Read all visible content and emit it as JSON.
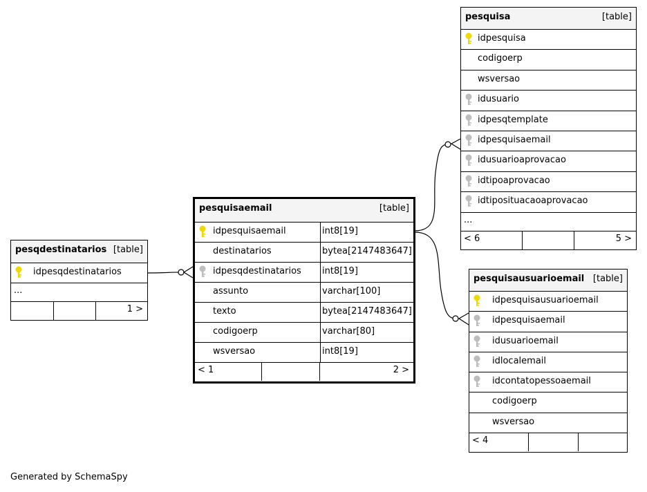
{
  "tables": {
    "pesqdestinatarios": {
      "name": "pesqdestinatarios",
      "type": "[table]",
      "columns": [
        {
          "name": "idpesqdestinatarios",
          "key": "primary"
        }
      ],
      "ellipsis": "...",
      "footer": {
        "left": "",
        "right": "1 >"
      }
    },
    "pesquisaemail": {
      "name": "pesquisaemail",
      "type": "[table]",
      "columns": [
        {
          "name": "idpesquisaemail",
          "key": "primary",
          "datatype": "int8[19]"
        },
        {
          "name": "destinatarios",
          "key": "none",
          "datatype": "bytea[2147483647]"
        },
        {
          "name": "idpesqdestinatarios",
          "key": "foreign",
          "datatype": "int8[19]"
        },
        {
          "name": "assunto",
          "key": "none",
          "datatype": "varchar[100]"
        },
        {
          "name": "texto",
          "key": "none",
          "datatype": "bytea[2147483647]"
        },
        {
          "name": "codigoerp",
          "key": "none",
          "datatype": "varchar[80]"
        },
        {
          "name": "wsversao",
          "key": "none",
          "datatype": "int8[19]"
        }
      ],
      "footer": {
        "left": "< 1",
        "right": "2 >"
      }
    },
    "pesquisa": {
      "name": "pesquisa",
      "type": "[table]",
      "columns": [
        {
          "name": "idpesquisa",
          "key": "primary"
        },
        {
          "name": "codigoerp",
          "key": "none"
        },
        {
          "name": "wsversao",
          "key": "none"
        },
        {
          "name": "idusuario",
          "key": "foreign"
        },
        {
          "name": "idpesqtemplate",
          "key": "foreign"
        },
        {
          "name": "idpesquisaemail",
          "key": "foreign"
        },
        {
          "name": "idusuarioaprovacao",
          "key": "foreign"
        },
        {
          "name": "idtipoaprovacao",
          "key": "foreign"
        },
        {
          "name": "idtiposituacaoaprovacao",
          "key": "foreign"
        }
      ],
      "ellipsis": "...",
      "footer": {
        "left": "< 6",
        "right": "5 >"
      }
    },
    "pesquisausuarioemail": {
      "name": "pesquisausuarioemail",
      "type": "[table]",
      "columns": [
        {
          "name": "idpesquisausuarioemail",
          "key": "primary"
        },
        {
          "name": "idpesquisaemail",
          "key": "foreign"
        },
        {
          "name": "idusuarioemail",
          "key": "foreign"
        },
        {
          "name": "idlocalemail",
          "key": "foreign"
        },
        {
          "name": "idcontatopessoaemail",
          "key": "foreign"
        },
        {
          "name": "codigoerp",
          "key": "none"
        },
        {
          "name": "wsversao",
          "key": "none"
        }
      ],
      "footer": {
        "left": "< 4",
        "right": ""
      }
    }
  },
  "colors": {
    "primary_key": "#f0d800",
    "foreign_key": "#bdbdbd",
    "border": "#000000",
    "header_bg": "#f4f4f4"
  },
  "generated_by": "Generated by SchemaSpy"
}
